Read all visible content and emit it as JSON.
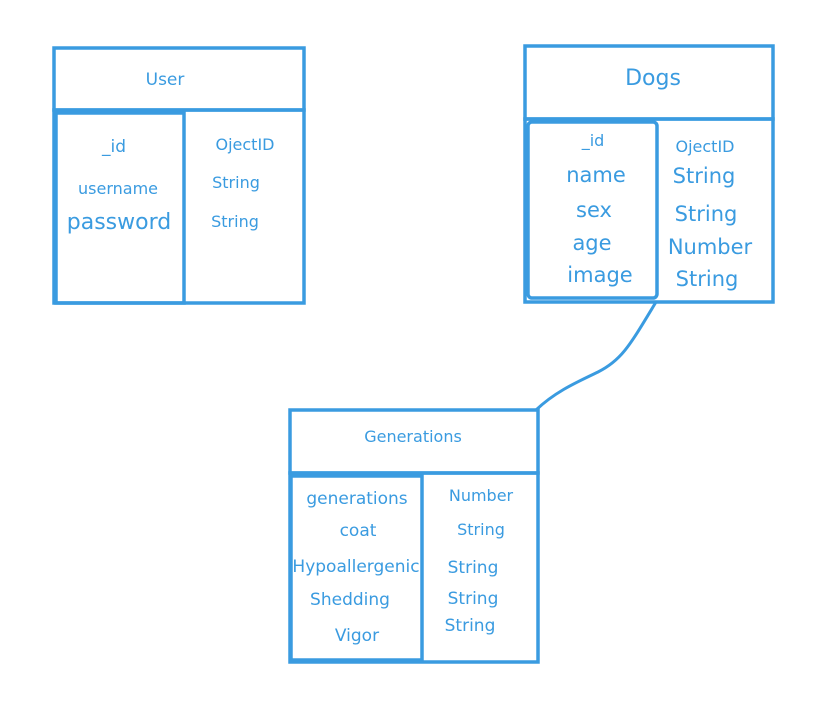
{
  "colors": {
    "stroke": "#3a9be0",
    "text": "#3a9be0",
    "background": "#ffffff"
  },
  "entities": {
    "user": {
      "title": "User",
      "fields": [
        "_id",
        "username",
        "password"
      ],
      "types": [
        "OjectID",
        "String",
        "String"
      ]
    },
    "dogs": {
      "title": "Dogs",
      "fields": [
        "_id",
        "name",
        "sex",
        "age",
        "image"
      ],
      "types": [
        "OjectID",
        "String",
        "String",
        "Number",
        "String"
      ]
    },
    "generations": {
      "title": "Generations",
      "fields": [
        "generations",
        "coat",
        "Hypoallergenic",
        "Shedding",
        "Vigor"
      ],
      "types": [
        "Number",
        "String",
        "String",
        "String",
        "String"
      ]
    }
  },
  "relations": [
    {
      "from": "dogs",
      "to": "generations"
    }
  ]
}
